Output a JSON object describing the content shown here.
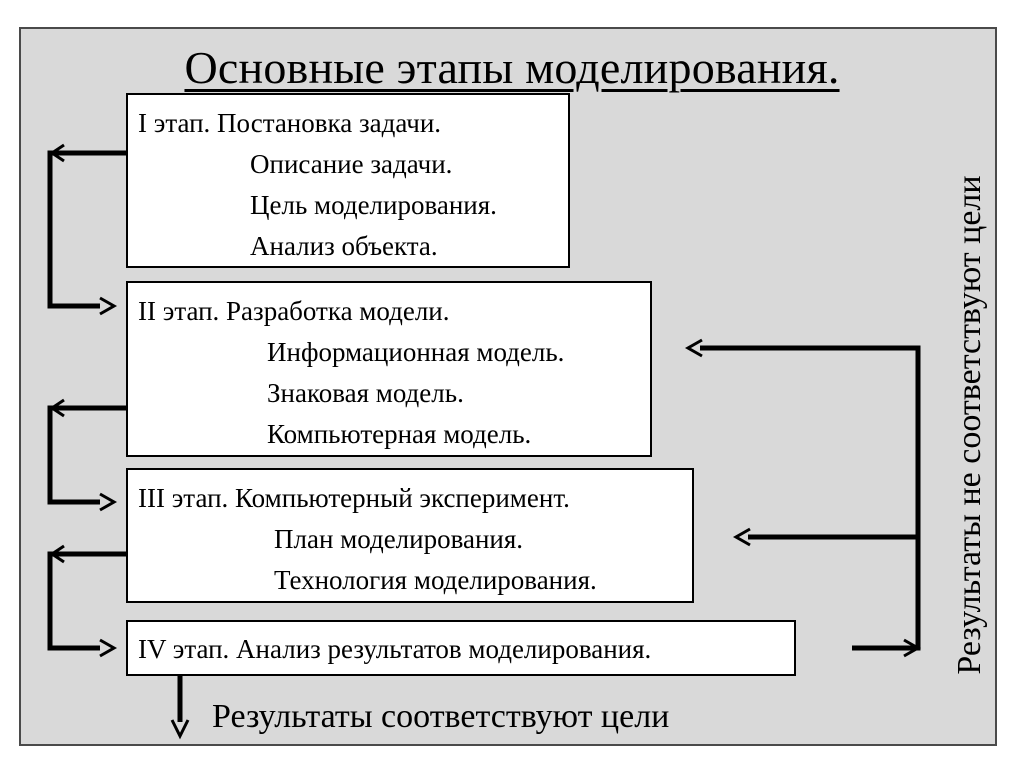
{
  "title": "Основные этапы моделирования.",
  "stages": [
    {
      "heading": "I этап. Постановка задачи.",
      "items": [
        "Описание задачи.",
        "Цель моделирования.",
        "Анализ объекта."
      ]
    },
    {
      "heading": "II этап. Разработка  модели.",
      "items": [
        "Информационная модель.",
        "Знаковая модель.",
        "Компьютерная модель."
      ]
    },
    {
      "heading": "III этап. Компьютерный эксперимент.",
      "items": [
        "План моделирования.",
        "Технология моделирования."
      ]
    },
    {
      "heading": "IV этап. Анализ результатов моделирования.",
      "items": []
    }
  ],
  "results_match": "Результаты соответствуют цели",
  "results_mismatch": "Результаты не соответствуют цели",
  "colors": {
    "panel": "#d9d9d9",
    "box": "#ffffff",
    "line": "#000000"
  }
}
